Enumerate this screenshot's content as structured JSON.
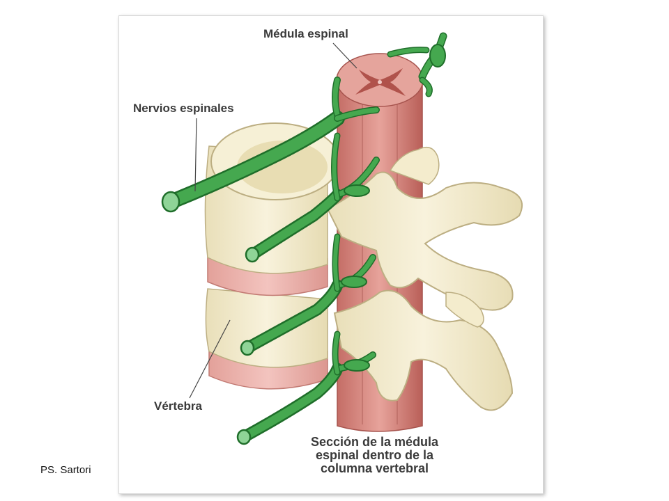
{
  "labels": {
    "medula": "Médula espinal",
    "nervios": "Nervios espinales",
    "vertebra": "Vértebra",
    "caption_line1": "Sección de la médula",
    "caption_line2": "espinal dentro de la",
    "caption_line3": "columna vertebral"
  },
  "credit": "PS. Sartori",
  "colors": {
    "bone": "#f3ecd0",
    "bone_shadow": "#d9cfa6",
    "cord": "#d98a82",
    "cord_dark": "#b5615a",
    "disc": "#eab0aa",
    "nerve": "#3fa24a",
    "nerve_dark": "#1f6e2a",
    "text": "#3a3a3a"
  }
}
